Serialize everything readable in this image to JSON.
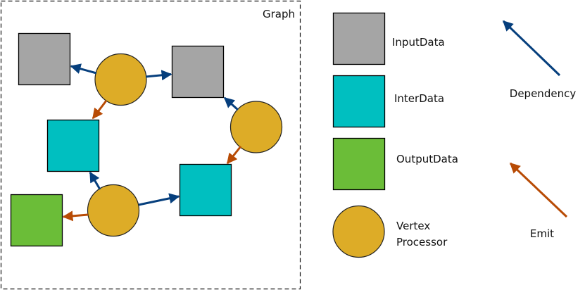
{
  "graph": {
    "title": "Graph",
    "nodes": [
      {
        "id": "in1",
        "kind": "InputData"
      },
      {
        "id": "in2",
        "kind": "InputData"
      },
      {
        "id": "inter1",
        "kind": "InterData"
      },
      {
        "id": "inter2",
        "kind": "InterData"
      },
      {
        "id": "out1",
        "kind": "OutputData"
      },
      {
        "id": "vp1",
        "kind": "VertexProcessor"
      },
      {
        "id": "vp2",
        "kind": "VertexProcessor"
      },
      {
        "id": "vp3",
        "kind": "VertexProcessor"
      }
    ],
    "edges": [
      {
        "from": "vp1",
        "to": "in1",
        "type": "Dependency"
      },
      {
        "from": "vp1",
        "to": "in2",
        "type": "Dependency"
      },
      {
        "from": "vp1",
        "to": "inter1",
        "type": "Emit"
      },
      {
        "from": "vp2",
        "to": "in2",
        "type": "Dependency"
      },
      {
        "from": "vp2",
        "to": "inter2",
        "type": "Emit"
      },
      {
        "from": "vp3",
        "to": "inter1",
        "type": "Dependency"
      },
      {
        "from": "vp3",
        "to": "inter2",
        "type": "Dependency"
      },
      {
        "from": "vp3",
        "to": "out1",
        "type": "Emit"
      }
    ]
  },
  "legend": {
    "input_data": "InputData",
    "inter_data": "InterData",
    "output_data": "OutputData",
    "vertex_line1": "Vertex",
    "vertex_line2": "Processor",
    "dependency": "Dependency",
    "emit": "Emit"
  },
  "colors": {
    "input_data": "#a5a5a5",
    "inter_data": "#00bfc0",
    "output_data": "#6bbd38",
    "vertex": "#ddac27",
    "dependency": "#063f7d",
    "emit": "#b84b05"
  }
}
